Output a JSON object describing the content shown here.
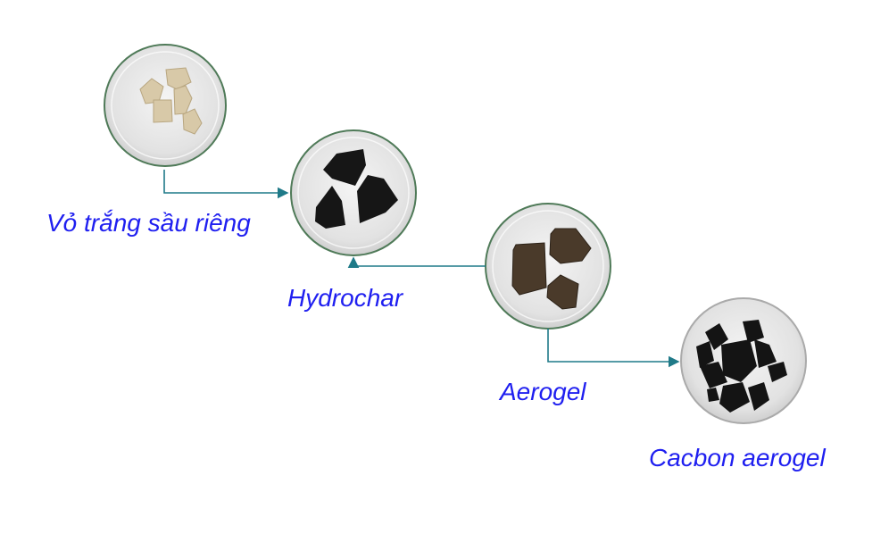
{
  "steps": [
    {
      "label": "Vỏ trắng sầu riêng",
      "sample_color": "#d8c9a8"
    },
    {
      "label": "Hydrochar",
      "sample_color": "#161616"
    },
    {
      "label": "Aerogel",
      "sample_color": "#4a3a2a"
    },
    {
      "label": "Cacbon aerogel",
      "sample_color": "#141414"
    }
  ],
  "colors": {
    "arrow": "#1f7a88",
    "label": "#1f1ff0",
    "dish_rim": "#4f7a58"
  }
}
